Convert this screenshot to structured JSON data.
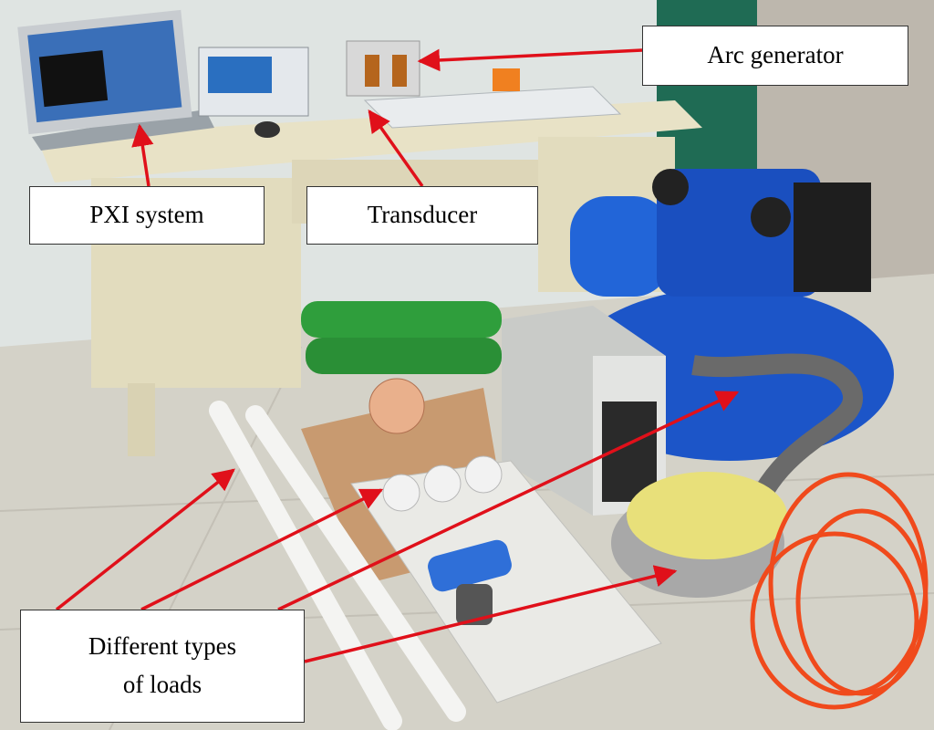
{
  "callouts": {
    "arc_generator": "Arc generator",
    "pxi_system": "PXI system",
    "transducer": "Transducer",
    "loads_line1": "Different types",
    "loads_line2": "of loads"
  },
  "colors": {
    "arrow": "#e0101a",
    "wall": "#dfe4e2",
    "floor": "#d4d2c8",
    "desk": "#e8e2c6",
    "compressor_blue": "#1c55c8",
    "hose_orange": "#f04a1c",
    "vacuum_yellow": "#e8e07a",
    "pc_case": "#c9cbc8",
    "board": "#c89a70",
    "green_cylinder": "#2f9e3c"
  }
}
